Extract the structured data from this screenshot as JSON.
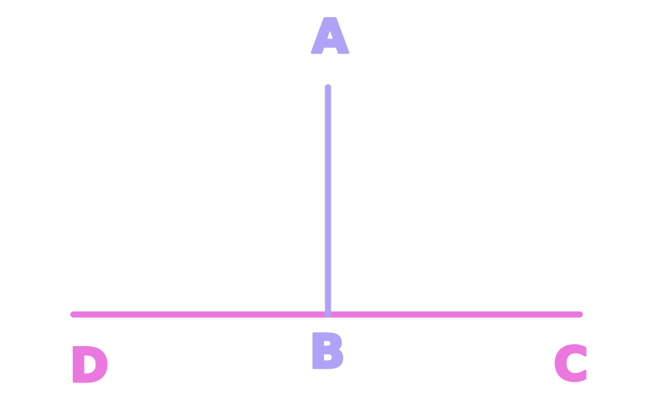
{
  "diagram": {
    "points": {
      "A": {
        "label": "A"
      },
      "B": {
        "label": "B"
      },
      "C": {
        "label": "C"
      },
      "D": {
        "label": "D"
      }
    },
    "segments": [
      {
        "id": "AB",
        "color": "#b0a2f6"
      },
      {
        "id": "DC",
        "color": "#ea78df"
      }
    ],
    "colors": {
      "label_A": "#b0a2f6",
      "label_B": "#b0a2f6",
      "label_C": "#ea78df",
      "label_D": "#ea78df",
      "background": "#ffffff"
    }
  }
}
